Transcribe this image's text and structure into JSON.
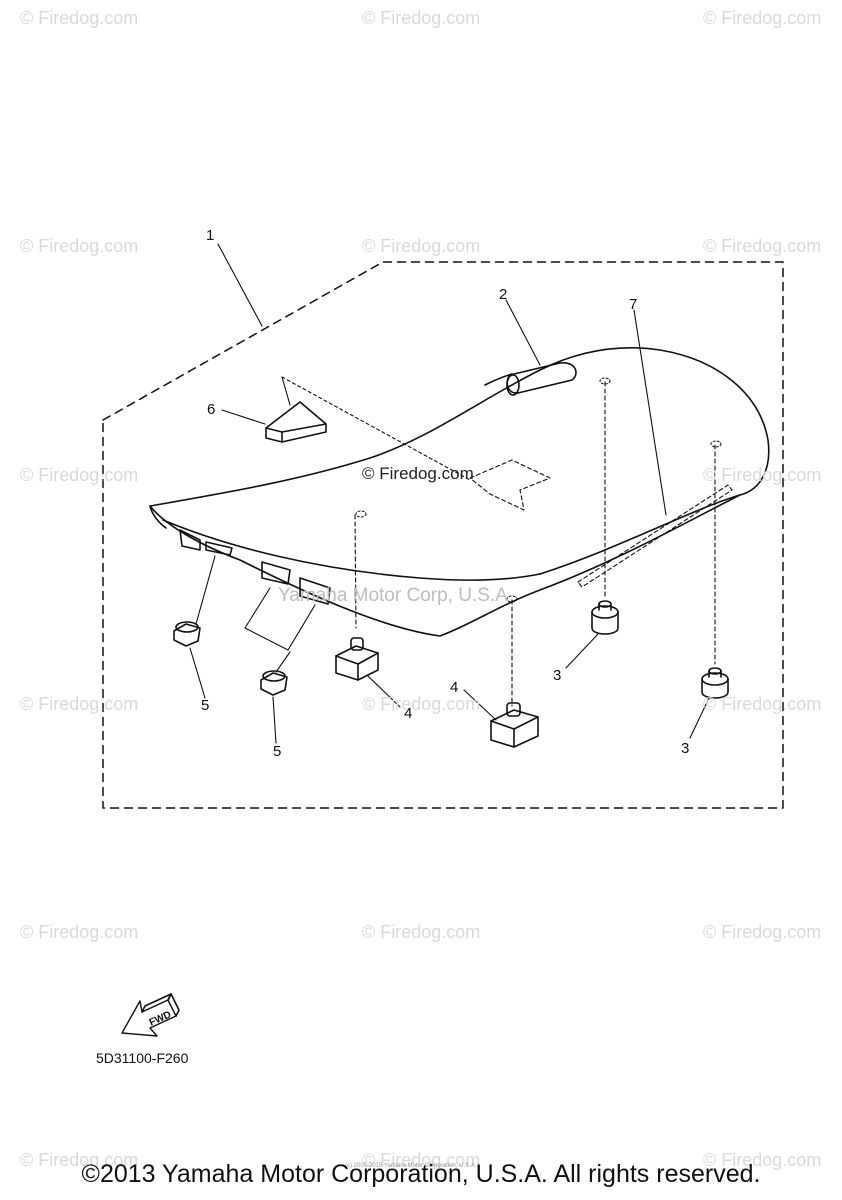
{
  "watermarks": [
    "© Firedog.com",
    "© Firedog.com",
    "© Firedog.com",
    "© Firedog.com",
    "© Firedog.com",
    "© Firedog.com",
    "© Firedog.com",
    "© Firedog.com",
    "© Firedog.com",
    "© Firedog.com",
    "© Firedog.com",
    "© Firedog.com",
    "© Firedog.com",
    "© Firedog.com",
    "© Firedog.com",
    "© Firedog.com",
    "© Firedog.com"
  ],
  "center_watermark": "© Firedog.com",
  "corp_watermark": "Yamaha Motor Corp, U.S.A",
  "callouts": {
    "c1": "1",
    "c2": "2",
    "c3a": "3",
    "c3b": "3",
    "c4a": "4",
    "c4b": "4",
    "c5a": "5",
    "c5b": "5",
    "c6": "6",
    "c7": "7"
  },
  "fwd_label": "FWD",
  "part_code": "5D31100-F260",
  "tiny_notice": "(c) 2005-2015 Yamaha Motor Corporation, U.S.A.",
  "copyright": "©2013 Yamaha Motor Corporation, U.S.A. All rights reserved."
}
